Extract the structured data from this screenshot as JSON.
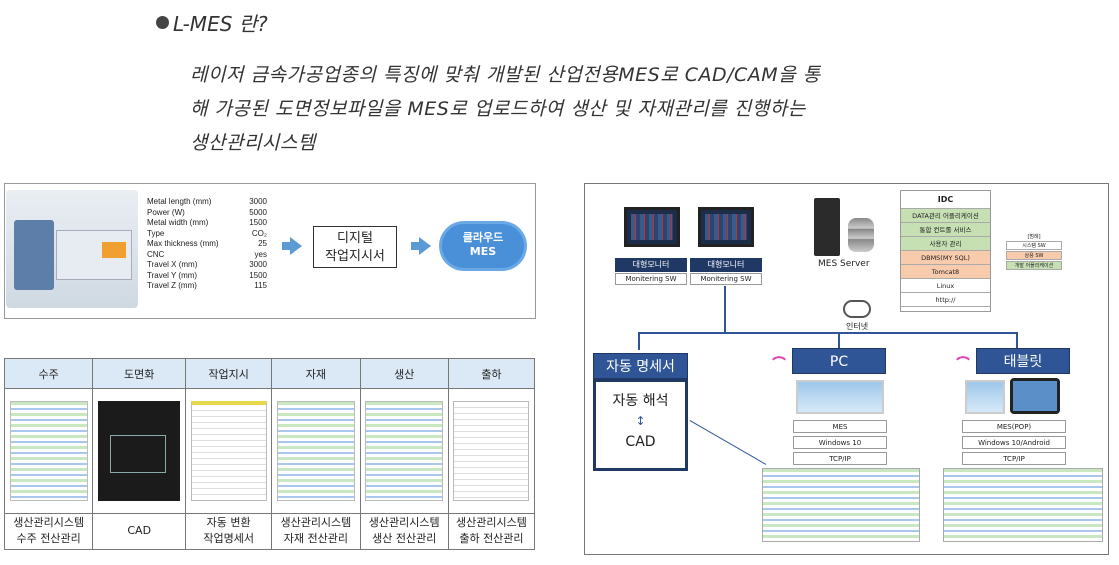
{
  "heading": "L-MES 란?",
  "description": [
    "레이저 금속가공업종의 특징에 맞춰 개발된 산업전용MES로 CAD/CAM을 통",
    "해 가공된 도면정보파일을 MES로 업로드하여 생산 및 자재관리를 진행하는",
    "생산관리시스템"
  ],
  "machine_specs": [
    {
      "label": "Metal length (mm)",
      "value": "3000"
    },
    {
      "label": "Power (W)",
      "value": "5000"
    },
    {
      "label": "Metal width (mm)",
      "value": "1500"
    },
    {
      "label": "Type",
      "value": "CO₂"
    },
    {
      "label": "Max thickness (mm)",
      "value": "25"
    },
    {
      "label": "CNC",
      "value": "yes"
    },
    {
      "label": "Travel X (mm)",
      "value": "3000"
    },
    {
      "label": "Travel Y (mm)",
      "value": "1500"
    },
    {
      "label": "Travel Z (mm)",
      "value": "115"
    }
  ],
  "digital_box": [
    "디지털",
    "작업지시서"
  ],
  "cloud": [
    "클라우드",
    "MES"
  ],
  "process_table": {
    "headers": [
      "수주",
      "도면화",
      "작업지시",
      "자재",
      "생산",
      "출하"
    ],
    "footers": [
      [
        "생산관리시스템",
        "수주 전산관리"
      ],
      [
        "CAD",
        ""
      ],
      [
        "자동 변환",
        "작업명세서"
      ],
      [
        "생산관리시스템",
        "자재 전산관리"
      ],
      [
        "생산관리시스템",
        "생산 전산관리"
      ],
      [
        "생산관리시스템",
        "출하 전산관리"
      ]
    ]
  },
  "diagram": {
    "monitor_label": "대형모니터",
    "monitor_sub": "Monitering SW",
    "server_label": "MES Server",
    "internet_label": "인터넷",
    "idc": [
      "IDC",
      "DATA관리 어플리케이션",
      "통합 컨트롤 서비스",
      "사용자 관리",
      "DBMS(MY SQL)",
      "Tomcat8",
      "Linux",
      "http://"
    ],
    "idc_colors": [
      "#fff",
      "#c6e0b4",
      "#c6e0b4",
      "#c6e0b4",
      "#f8cbad",
      "#f8cbad",
      "#fff",
      "#fff"
    ],
    "legend": [
      "[범례]",
      "시스템 SW",
      "상용 SW",
      "개발 어플리케이션"
    ],
    "legend_colors": [
      "#fff",
      "#fff",
      "#f8cbad",
      "#c6e0b4"
    ],
    "auto_spec": "자동 명세서",
    "auto_analysis": "자동 해석",
    "cad": "CAD",
    "pc": "PC",
    "pc_stack": [
      "MES",
      "Windows 10",
      "TCP/IP"
    ],
    "tablet": "태블릿",
    "tablet_stack": [
      "MES(POP)",
      "Windows 10/Android",
      "TCP/IP"
    ]
  }
}
